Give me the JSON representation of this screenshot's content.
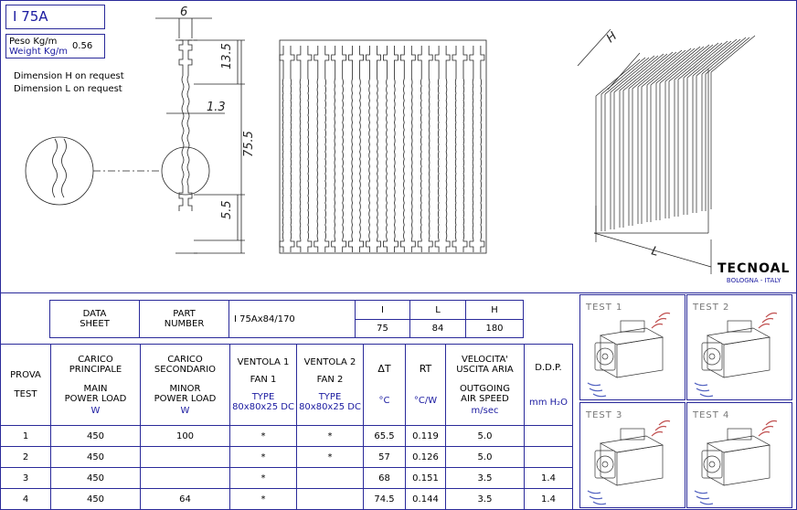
{
  "header": {
    "title": "I 75A",
    "weight_label_it": "Peso Kg/m",
    "weight_label_en": "Weight Kg/m",
    "weight_value": "0.56",
    "note_h": "Dimension H on request",
    "note_l": "Dimension L on request"
  },
  "dimensions": {
    "d6": "6",
    "d135": "13.5",
    "d13": "1.3",
    "d755": "75.5",
    "d55": "5.5",
    "iso_h": "H",
    "iso_l": "L"
  },
  "logo": {
    "name": "TECNOAL",
    "city": "BOLOGNA - ITALY"
  },
  "datasheet": {
    "data_sheet": [
      "DATA",
      "SHEET"
    ],
    "part_number_label": [
      "PART",
      "NUMBER"
    ],
    "part_number": "I 75Ax84/170",
    "cols": [
      {
        "label": "I",
        "value": "75"
      },
      {
        "label": "L",
        "value": "84"
      },
      {
        "label": "H",
        "value": "180"
      }
    ]
  },
  "tests": {
    "headers": {
      "prova": [
        "PROVA",
        "TEST"
      ],
      "main_load": {
        "it": [
          "CARICO",
          "PRINCIPALE"
        ],
        "en": [
          "MAIN",
          "POWER LOAD"
        ],
        "unit": "W"
      },
      "minor_load": {
        "it": [
          "CARICO",
          "SECONDARIO"
        ],
        "en": [
          "MINOR",
          "POWER LOAD"
        ],
        "unit": "W"
      },
      "fan1": {
        "it": "VENTOLA 1",
        "en": "FAN 1",
        "type": [
          "TYPE",
          "80x80x25 DC"
        ]
      },
      "fan2": {
        "it": "VENTOLA 2",
        "en": "FAN 2",
        "type": [
          "TYPE",
          "80x80x25 DC"
        ]
      },
      "dt": {
        "label": "ΔT",
        "unit": "°C"
      },
      "rt": {
        "label": "RT",
        "unit": "°C/W"
      },
      "velocity": {
        "it": [
          "VELOCITA'",
          "USCITA ARIA"
        ],
        "en": [
          "OUTGOING",
          "AIR SPEED"
        ],
        "unit": "m/sec"
      },
      "ddp": {
        "label": "D.D.P.",
        "unit": "mm H₂O"
      }
    },
    "rows": [
      {
        "n": "1",
        "main": "450",
        "minor": "100",
        "fan1": "*",
        "fan2": "*",
        "dt": "65.5",
        "rt": "0.119",
        "vel": "5.0",
        "ddp": ""
      },
      {
        "n": "2",
        "main": "450",
        "minor": "",
        "fan1": "*",
        "fan2": "*",
        "dt": "57",
        "rt": "0.126",
        "vel": "5.0",
        "ddp": ""
      },
      {
        "n": "3",
        "main": "450",
        "minor": "",
        "fan1": "*",
        "fan2": "",
        "dt": "68",
        "rt": "0.151",
        "vel": "3.5",
        "ddp": "1.4"
      },
      {
        "n": "4",
        "main": "450",
        "minor": "64",
        "fan1": "*",
        "fan2": "",
        "dt": "74.5",
        "rt": "0.144",
        "vel": "3.5",
        "ddp": "1.4"
      }
    ]
  },
  "test_tiles": [
    "TEST  1",
    "TEST  2",
    "TEST  3",
    "TEST  4"
  ]
}
